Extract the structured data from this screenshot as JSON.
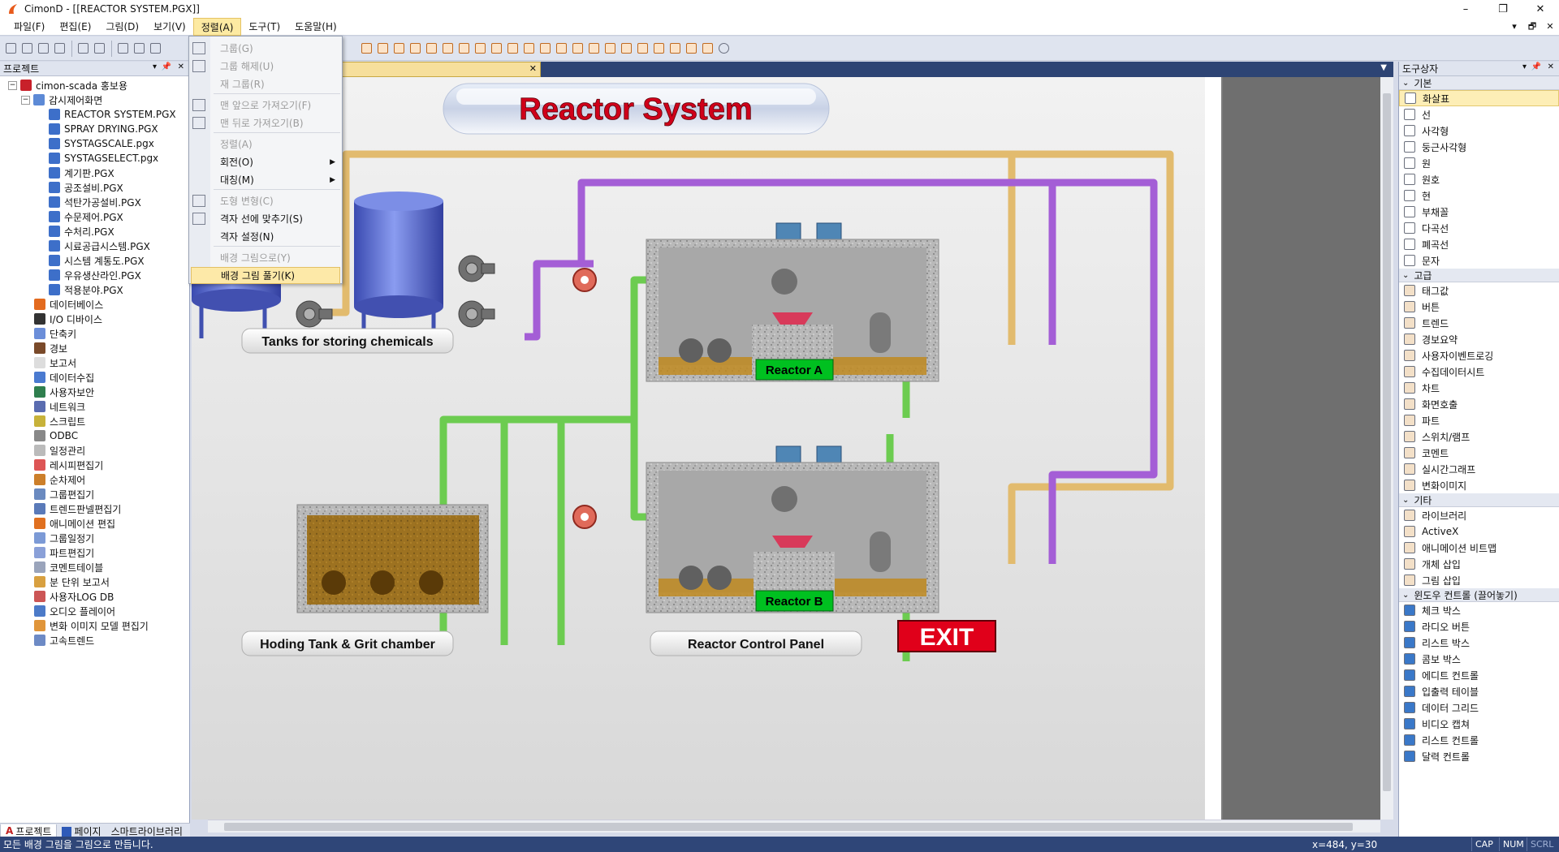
{
  "window": {
    "app_title": "CimonD - [[REACTOR SYSTEM.PGX]]",
    "buttons": [
      "–",
      "❐",
      "✕"
    ]
  },
  "menu": {
    "items": [
      "파일(F)",
      "편집(E)",
      "그림(D)",
      "보기(V)",
      "정렬(A)",
      "도구(T)",
      "도움말(H)"
    ],
    "active_index": 4,
    "mdi_buttons": [
      "▾",
      "🗗",
      "✕"
    ]
  },
  "project_pane": {
    "title": "프로젝트",
    "root": "cimon-scada 홍보용",
    "folder": "감시제어화면",
    "pages": [
      "REACTOR SYSTEM.PGX",
      "SPRAY DRYING.PGX",
      "SYSTAGSCALE.pgx",
      "SYSTAGSELECT.pgx",
      "계기판.PGX",
      "공조설비.PGX",
      "석탄가공설비.PGX",
      "수문제어.PGX",
      "수처리.PGX",
      "시료공급시스템.PGX",
      "시스템 계통도.PGX",
      "우유생산라인.PGX",
      "적용분야.PGX"
    ],
    "items": [
      "데이터베이스",
      "I/O 디바이스",
      "단축키",
      "경보",
      "보고서",
      "데이터수집",
      "사용자보안",
      "네트워크",
      "스크립트",
      "ODBC",
      "일정관리",
      "레시피편집기",
      "순차제어",
      "그룹편집기",
      "트렌드판넬편집기",
      "애니메이션 편집",
      "그룹일정기",
      "파트편집기",
      "코멘트테이블",
      "분 단위 보고서",
      "사용자LOG DB",
      "오디오 플레이어",
      "변화 이미지 모델 편집기",
      "고속트렌드"
    ],
    "bottom_tabs": [
      "프로젝트",
      "페이지",
      "스마트라이브러리"
    ]
  },
  "dropdown": {
    "items": [
      {
        "label": "그룹(G)",
        "disabled": true,
        "submenu": false
      },
      {
        "label": "그룹 해제(U)",
        "disabled": true,
        "submenu": false
      },
      {
        "label": "재 그룹(R)",
        "disabled": true,
        "submenu": false
      },
      {
        "label": "맨 앞으로 가져오기(F)",
        "disabled": true,
        "submenu": false
      },
      {
        "label": "맨 뒤로 가져오기(B)",
        "disabled": true,
        "submenu": false
      },
      {
        "label": "정렬(A)",
        "disabled": true,
        "submenu": false
      },
      {
        "label": "회전(O)",
        "disabled": false,
        "submenu": true
      },
      {
        "label": "대칭(M)",
        "disabled": false,
        "submenu": true
      },
      {
        "label": "도형 변형(C)",
        "disabled": true,
        "submenu": false
      },
      {
        "label": "격자 선에 맞추기(S)",
        "disabled": false,
        "submenu": false
      },
      {
        "label": "격자 설정(N)",
        "disabled": false,
        "submenu": false
      },
      {
        "label": "배경 그림으로(Y)",
        "disabled": true,
        "submenu": false
      },
      {
        "label": "배경 그림 풀기(K)",
        "disabled": false,
        "submenu": false,
        "highlight": true
      }
    ]
  },
  "canvas": {
    "title": "Reactor System",
    "labels": {
      "tanks": "Tanks for storing chemicals",
      "holding": "Hoding Tank & Grit chamber",
      "panel": "Reactor Control Panel",
      "reactor_a": "Reactor A",
      "reactor_b": "Reactor B",
      "exit": "EXIT"
    },
    "colors": {
      "title": "#d0001a",
      "reactor_label_bg": "#00c020",
      "exit_bg": "#e0001a",
      "pipe_orange": "#e2bb6e",
      "pipe_purple": "#a45ed6",
      "pipe_green": "#6ccc50"
    }
  },
  "toolbox": {
    "title": "도구상자",
    "sections": [
      {
        "name": "기본",
        "items": [
          "화살표",
          "선",
          "사각형",
          "둥근사각형",
          "원",
          "원호",
          "현",
          "부채꼴",
          "다곡선",
          "폐곡선",
          "문자"
        ]
      },
      {
        "name": "고급",
        "items": [
          "태그값",
          "버튼",
          "트렌드",
          "경보요약",
          "사용자이벤트로깅",
          "수집데이터시트",
          "차트",
          "화면호출",
          "파트",
          "스위치/램프",
          "코멘트",
          "실시간그래프",
          "변화이미지"
        ]
      },
      {
        "name": "기타",
        "items": [
          "라이브러리",
          "ActiveX",
          "애니메이션 비트맵",
          "개체 삽입",
          "그림 삽입"
        ]
      },
      {
        "name": "윈도우 컨트롤 (끌어놓기)",
        "items": [
          "체크 박스",
          "라디오 버튼",
          "리스트 박스",
          "콤보 박스",
          "에디트 컨트롤",
          "입출력 테이블",
          "데이터 그리드",
          "비디오 캡쳐",
          "리스트 컨트롤",
          "달력 컨트롤"
        ]
      }
    ]
  },
  "status": {
    "message": "모든 배경 그림을 그림으로 만듭니다.",
    "coords": "x=484, y=30",
    "indicators": [
      "CAP",
      "NUM",
      "SCRL"
    ]
  }
}
